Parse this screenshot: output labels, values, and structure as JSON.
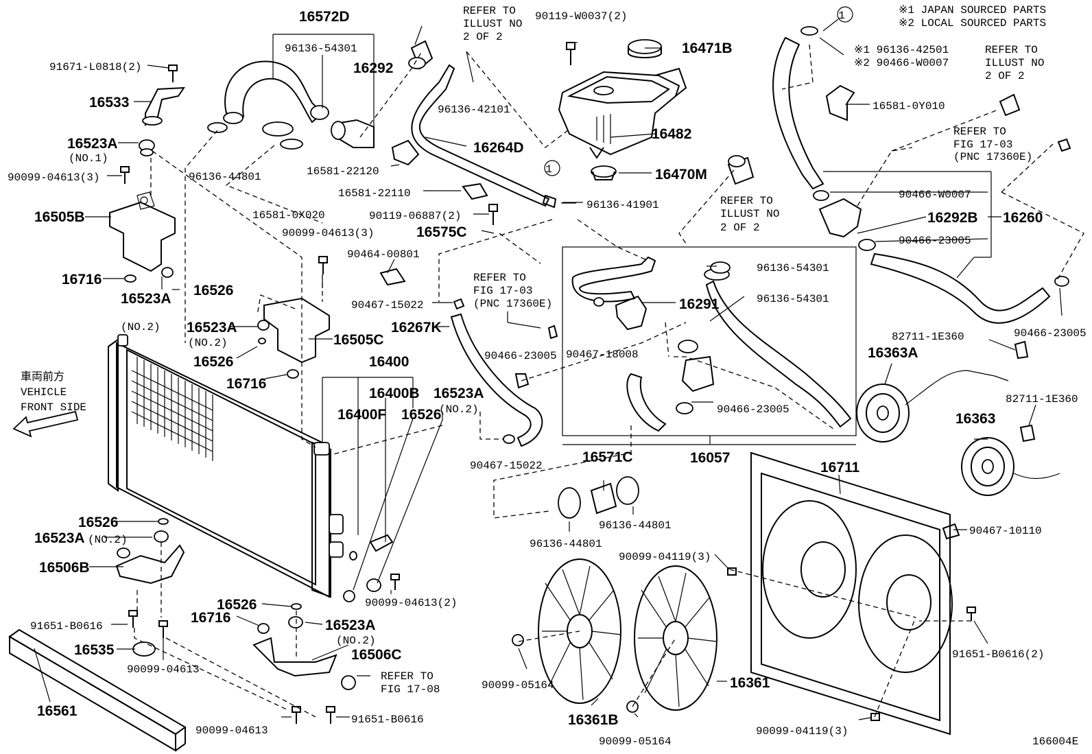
{
  "header": {
    "note1": "※1 JAPAN SOURCED PARTS",
    "note2": "※2 LOCAL SOURCED PARTS",
    "ref_circle": "1"
  },
  "labels": {
    "l16572D": "16572D",
    "l96136_54301_a": "96136-54301",
    "l16292": "16292",
    "ref_2of2_a": [
      "REFER TO",
      "ILLUST NO",
      "2 OF 2"
    ],
    "l90119_W0037": "90119-W0037(2)",
    "l16471B": "16471B",
    "l91671_L0818": "91671-L0818(2)",
    "l16533": "16533",
    "l96136_42101": "96136-42101",
    "l16482": "16482",
    "l16523A_no1": "16523A",
    "no1": "(NO.1)",
    "l90099_04613_3a": "90099-04613(3)",
    "l96136_44801_a": "96136-44801",
    "l16581_22120": "16581-22120",
    "l16264D": "16264D",
    "l16470M": "16470M",
    "l16581_22110": "16581-22110",
    "l96136_41901": "96136-41901",
    "l16505B": "16505B",
    "l16581_0X020": "16581-0X020",
    "l90119_06887": "90119-06887(2)",
    "l16575C": "16575C",
    "l90099_04613_3b": "90099-04613(3)",
    "l90464_00801": "90464-00801",
    "ref_2of2_b": [
      "REFER TO",
      "ILLUST NO",
      "2 OF 2"
    ],
    "l16716_a": "16716",
    "l16526_a": "16526",
    "l16523A_no2a": "16523A",
    "no2a": "(NO.2)",
    "ref_fig1703_a": [
      "REFER TO",
      "FIG 17-03",
      "(PNC 17360E)"
    ],
    "l90467_15022_a": "90467-15022",
    "l16523A_no2b": "16523A",
    "no2b": "(NO.2)",
    "l16505C": "16505C",
    "l16267K": "16267K",
    "l16526_b": "16526",
    "l16716_b": "16716",
    "l16400": "16400",
    "l90466_23005_a": "90466-23005",
    "l16400B": "16400B",
    "l16523A_no2c": "16523A",
    "no2c": "(NO.2)",
    "l16400F": "16400F",
    "l16526_c": "16526",
    "front_jp": "車両前方",
    "front_en1": "VEHICLE",
    "front_en2": "FRONT SIDE",
    "l90467_15022_b": "90467-15022",
    "l96136_54301_b": "96136-54301",
    "l16291": "16291",
    "l96136_54301_c": "96136-54301",
    "l90467_18008": "90467-18008",
    "l90466_23005_b": "90466-23005",
    "l16057": "16057",
    "l16571C": "16571C",
    "l96136_44801_b": "96136-44801",
    "l96136_44801_c": "96136-44801",
    "l16526_d": "16526",
    "l16523A_no2d": "16523A",
    "no2d": "(NO.2)",
    "l16506B": "16506B",
    "l90099_04613_2": "90099-04613(2)",
    "l91651_B0616_a": "91651-B0616",
    "l16535": "16535",
    "l90099_04613_a": "90099-04613",
    "l16526_e": "16526",
    "l16716_c": "16716",
    "l16523A_no2e": "16523A",
    "no2e": "(NO.2)",
    "l16506C": "16506C",
    "ref_fig1708": [
      "REFER TO",
      "FIG 17-08"
    ],
    "l16561": "16561",
    "l90099_04613_b": "90099-04613",
    "l91651_B0616_b": "91651-B0616",
    "l96136_42501": "※1 96136-42501",
    "l90466_W0007_a": "※2 90466-W0007",
    "ref_2of2_c": [
      "REFER TO",
      "ILLUST NO",
      "2 OF 2"
    ],
    "l16581_0Y010": "16581-0Y010",
    "ref_fig1703_b": [
      "REFER TO",
      "FIG 17-03",
      "(PNC 17360E)"
    ],
    "l90466_W0007_b": "90466-W0007",
    "l16292B": "16292B",
    "l16260": "16260",
    "l90466_23005_c": "90466-23005",
    "l90466_23005_d": "90466-23005",
    "l82711_1E360_a": "82711-1E360",
    "l16363A": "16363A",
    "l82711_1E360_b": "82711-1E360",
    "l16363": "16363",
    "l16711": "16711",
    "l90467_10110": "90467-10110",
    "l90099_04119_a": "90099-04119(3)",
    "l91651_B0616_2": "91651-B0616(2)",
    "l90099_05164_a": "90099-05164",
    "l16361": "16361",
    "l16361B": "16361B",
    "l90099_05164_b": "90099-05164",
    "l90099_04119_b": "90099-04119(3)",
    "footer": "166004E"
  }
}
